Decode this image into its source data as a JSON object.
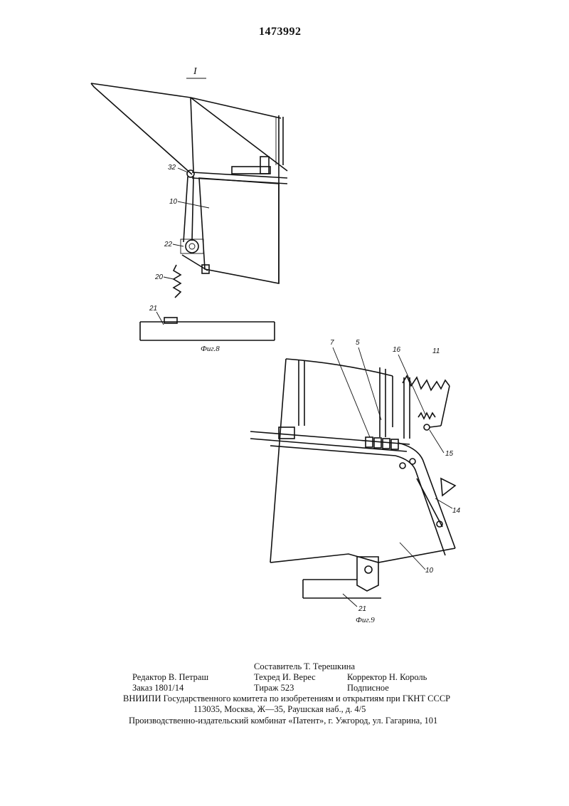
{
  "header": {
    "patent_number": "1473992"
  },
  "figure8": {
    "section_mark": "I",
    "caption": "Фиг.8",
    "labels": {
      "l32": "32",
      "l10": "10",
      "l22": "22",
      "l20": "20",
      "l21": "21"
    }
  },
  "figure9": {
    "caption": "Фиг.9",
    "labels": {
      "l7": "7",
      "l5": "5",
      "l16": "16",
      "l11": "11",
      "l15": "15",
      "l14": "14",
      "l10": "10",
      "l21": "21"
    }
  },
  "footer": {
    "composer": "Составитель Т. Терешкина",
    "editor": "Редактор В. Петраш",
    "techred": "Техред И. Верес",
    "corrector": "Корректор Н. Король",
    "order": "Заказ 1801/14",
    "circulation": "Тираж 523",
    "subscription": "Подписное",
    "org_line": "ВНИИПИ Государственного комитета по изобретениям и открытиям при ГКНТ СССР",
    "address_line": "113035, Москва, Ж—35, Раушская наб., д. 4/5",
    "publisher_line": "Производственно-издательский комбинат «Патент», г. Ужгород, ул. Гагарина, 101"
  }
}
